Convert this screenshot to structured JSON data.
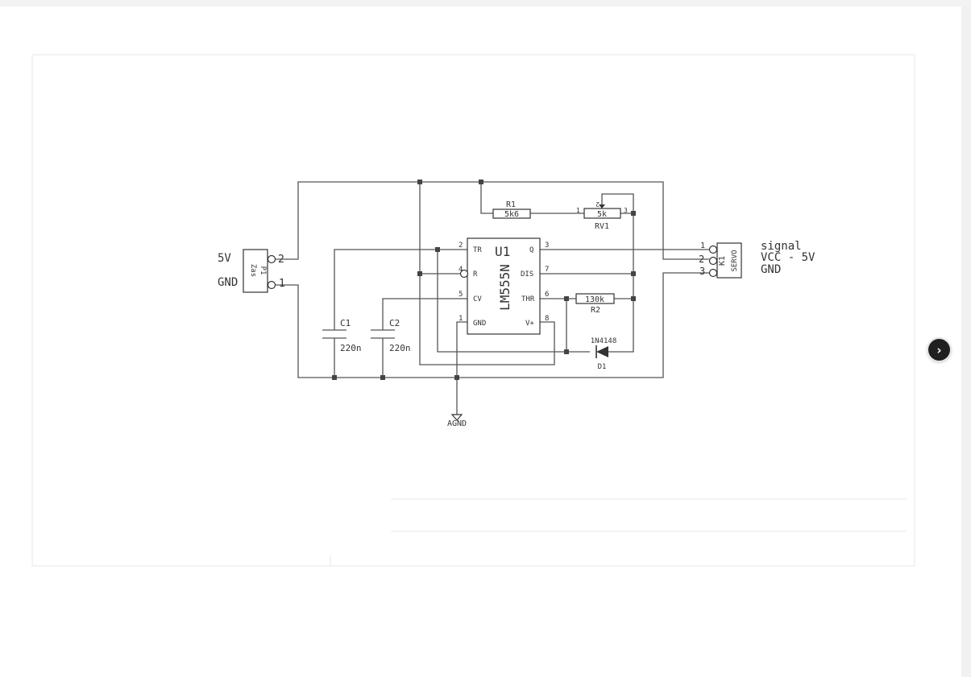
{
  "nav": {
    "next_arrow": "›"
  },
  "schematic": {
    "connector_p1": {
      "ref": "P1",
      "name": "Zas",
      "pin2": "2",
      "pin1": "1",
      "net2": "5V",
      "net1": "GND"
    },
    "connector_k1": {
      "ref": "K1",
      "name": "SERVO",
      "pin1": "1",
      "pin2": "2",
      "pin3": "3",
      "net1": "signal",
      "net2": "VCC - 5V",
      "net3": "GND"
    },
    "ic": {
      "ref": "U1",
      "part": "LM555N",
      "pins": [
        {
          "num": "2",
          "name": "TR"
        },
        {
          "num": "4",
          "name": "R"
        },
        {
          "num": "5",
          "name": "CV"
        },
        {
          "num": "1",
          "name": "GND"
        },
        {
          "num": "3",
          "name": "Q"
        },
        {
          "num": "7",
          "name": "DIS"
        },
        {
          "num": "6",
          "name": "THR"
        },
        {
          "num": "8",
          "name": "V+"
        }
      ]
    },
    "r1": {
      "ref": "R1",
      "value": "5k6"
    },
    "rv1": {
      "ref": "RV1",
      "value": "5k",
      "pin1": "1",
      "pin2": "2",
      "pin3": "3"
    },
    "r2": {
      "ref": "R2",
      "value": "130k"
    },
    "c1": {
      "ref": "C1",
      "value": "220n"
    },
    "c2": {
      "ref": "C2",
      "value": "220n"
    },
    "d1": {
      "ref": "D1",
      "part": "1N4148"
    },
    "agnd": "AGND"
  }
}
